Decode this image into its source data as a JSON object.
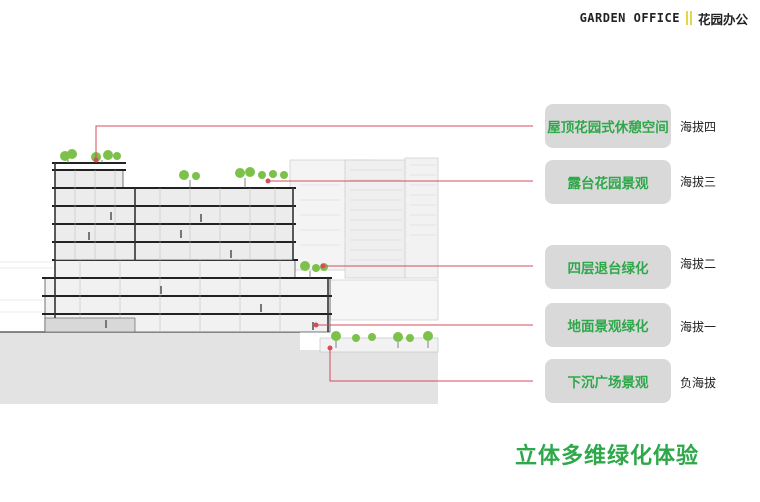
{
  "header": {
    "title_en": "GARDEN OFFICE",
    "title_cn": "花园办公"
  },
  "callouts": [
    {
      "label": "屋顶花园式休憩空间",
      "level": "海拔四"
    },
    {
      "label": "露台花园景观",
      "level": "海拔三"
    },
    {
      "label": "四层退台绿化",
      "level": "海拔二"
    },
    {
      "label": "地面景观绿化",
      "level": "海拔一"
    },
    {
      "label": "下沉广场景观",
      "level": "负海拔"
    }
  ],
  "bottom_title": "立体多维绿化体验",
  "colors": {
    "accent_green": "#2ea84a",
    "leader_red": "#d94b5a",
    "pill_gray": "#d9d9d9",
    "header_bar": "#e8d44a"
  }
}
